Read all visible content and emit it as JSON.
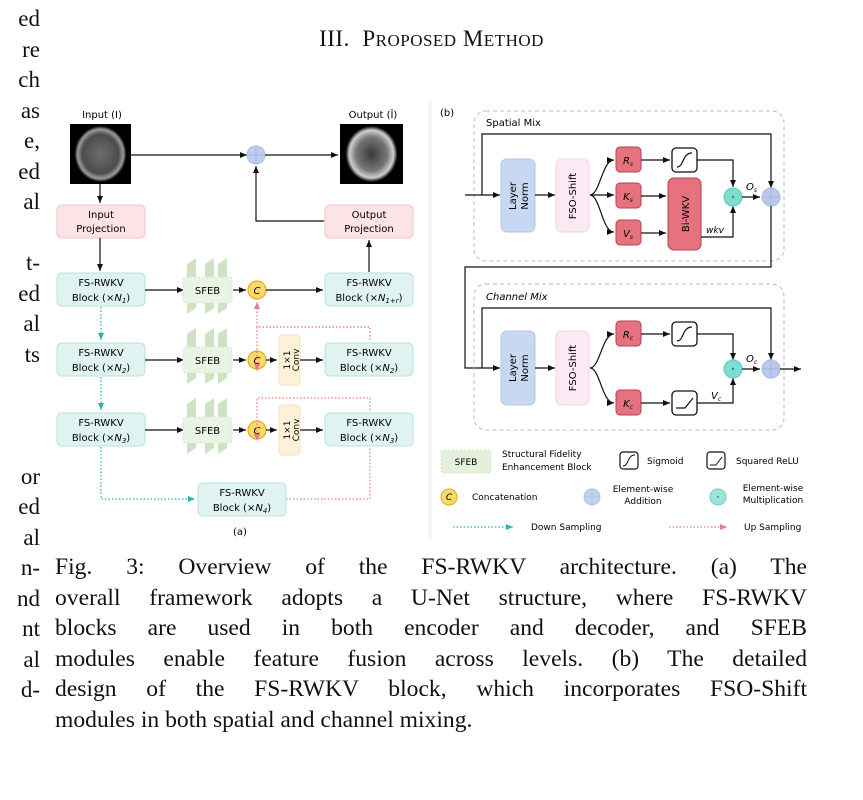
{
  "left_column_fragments": [
    "ed",
    "re",
    "ch",
    "as",
    "e,",
    "ed",
    "al",
    "",
    "t-",
    "ed",
    "al",
    "ts",
    "",
    "",
    "",
    "or",
    "ed",
    "al",
    "n-",
    "nd",
    "nt",
    "al",
    "d-"
  ],
  "section_heading": {
    "number": "III.",
    "title_first": "P",
    "title_first_rest": "ROPOSED",
    "title_second": "M",
    "title_second_rest": "ETHOD"
  },
  "figure": {
    "panel_a": {
      "label": "(a)",
      "input_label": "Input (I)",
      "output_label": "Output (Î)",
      "input_projection": [
        "Input",
        "Projection"
      ],
      "output_projection": [
        "Output",
        "Projection"
      ],
      "encoder_blocks": [
        {
          "line1": "FS-RWKV",
          "line2": "Block (×",
          "sub": "N",
          "idx": "1",
          "close": ")"
        },
        {
          "line1": "FS-RWKV",
          "line2": "Block (×",
          "sub": "N",
          "idx": "2",
          "close": ")"
        },
        {
          "line1": "FS-RWKV",
          "line2": "Block (×",
          "sub": "N",
          "idx": "3",
          "close": ")"
        }
      ],
      "bottleneck_block": {
        "line1": "FS-RWKV",
        "line2": "Block (×",
        "sub": "N",
        "idx": "4",
        "close": ")"
      },
      "decoder_blocks": [
        {
          "line1": "FS-RWKV",
          "line2": "Block (×",
          "sub": "N",
          "idx": "1+r",
          "close": ")"
        },
        {
          "line1": "FS-RWKV",
          "line2": "Block (×",
          "sub": "N",
          "idx": "2",
          "close": ")"
        },
        {
          "line1": "FS-RWKV",
          "line2": "Block (×",
          "sub": "N",
          "idx": "3",
          "close": ")"
        }
      ],
      "sfeb_label": "SFEB",
      "concat_label": "C",
      "conv_label": [
        "1×1",
        "Conv"
      ]
    },
    "panel_b": {
      "label": "(b)",
      "spatial_mix": {
        "title": "Spatial Mix",
        "layer_norm": [
          "Layer",
          "Norm"
        ],
        "shift": "FSO-Shift",
        "r": {
          "base": "R",
          "sub": "s"
        },
        "k": {
          "base": "K",
          "sub": "s"
        },
        "v": {
          "base": "V",
          "sub": "s"
        },
        "bi_wkv": "Bi-WKV",
        "wkv_label": "wkv",
        "output": {
          "base": "O",
          "sub": "s"
        }
      },
      "channel_mix": {
        "title": "Channel Mix",
        "layer_norm": [
          "Layer",
          "Norm"
        ],
        "shift": "FSO-Shift",
        "r": {
          "base": "R",
          "sub": "c"
        },
        "k": {
          "base": "K",
          "sub": "c"
        },
        "v_label": {
          "base": "V",
          "sub": "c"
        },
        "output": {
          "base": "O",
          "sub": "c"
        }
      }
    },
    "legend": {
      "sfeb": {
        "symbol": "SFEB",
        "text": [
          "Structural Fidelity",
          "Enhancement Block"
        ]
      },
      "sigmoid": "Sigmoid",
      "squared_relu": "Squared ReLU",
      "concat": {
        "symbol": "C",
        "text": "Concatenation"
      },
      "addition": [
        "Element-wise",
        "Addition"
      ],
      "multiplication": [
        "Element-wise",
        "Multiplication"
      ],
      "down_sampling": "Down Sampling",
      "up_sampling": "Up Sampling"
    },
    "colors": {
      "rwkv_block": "#dff3f1",
      "rwkv_border": "#b8e2dd",
      "projection": "#fbe3e6",
      "projection_border": "#f1c3c9",
      "sfeb": "#e4f0dc",
      "concat": "#fbd96a",
      "concat_border": "#e2a91d",
      "conv": "#fdf1d8",
      "layer_norm": "#c9d8f2",
      "shift": "#fbeaf4",
      "rkv": "#e5727e",
      "rkv_border": "#b7414f",
      "add": "#b9c8ec",
      "mul": "#7fdcd0",
      "down": "#2ab5a8",
      "up": "#e57d8c"
    }
  },
  "caption": [
    "Fig. 3: Overview of the FS-RWKV architecture. (a) The",
    "overall framework adopts a U-Net structure, where FS-RWKV",
    "blocks are used in both encoder and decoder, and SFEB",
    "modules enable feature fusion across levels. (b) The detailed",
    "design of the FS-RWKV block, which incorporates FSO-Shift",
    "modules in both spatial and channel mixing."
  ]
}
